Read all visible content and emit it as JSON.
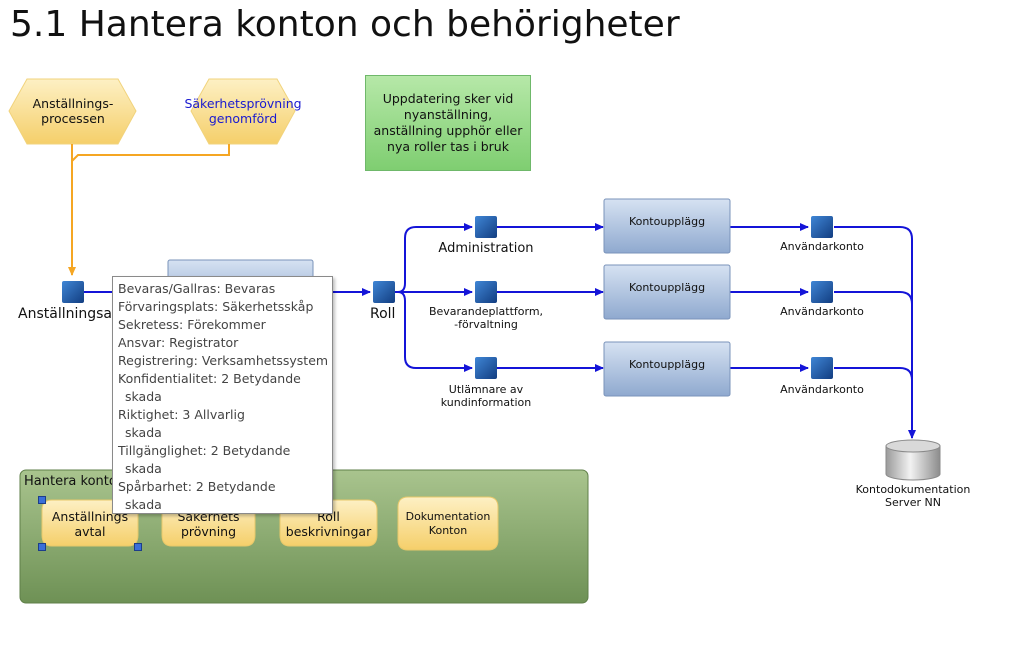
{
  "title": "5.1 Hantera konton och behörigheter",
  "inputs": {
    "hiring_process": "Anställnings-\nprocessen",
    "security_check": "Säkerhetsprövning\ngenomförd"
  },
  "note": "Uppdatering sker vid nyanställning, anställning upphör eller nya roller tas i bruk",
  "events": {
    "start": "Anställningsav",
    "role": "Roll",
    "administration": "Administration",
    "preservation_platform": "Bevarandeplattform,\n-förvaltning",
    "customer_info": "Utlämnare av\nkundinformation"
  },
  "processes": {
    "account_setup_1": "Kontoupplägg",
    "account_setup_2": "Kontoupplägg",
    "account_setup_3": "Kontoupplägg"
  },
  "outputs": {
    "user_account_1": "Användarkonto",
    "user_account_2": "Användarkonto",
    "user_account_3": "Användarkonto"
  },
  "database": "Kontodokumentation\nServer NN",
  "group": {
    "label": "Hantera konto",
    "docs": [
      "Anställnings\navtal",
      "Säkerhets\nprövning",
      "Roll\nbeskrivningar",
      "Dokumentation\nKonton"
    ]
  },
  "tooltip": {
    "lines": [
      "Bevaras/Gallras: Bevaras",
      "Förvaringsplats: Säkerhetsskåp",
      "Sekretess: Förekommer",
      "Ansvar: Registrator",
      "Registrering: Verksamhetssystem",
      "Konfidentialitet: 2 Betydande",
      "skada",
      "Riktighet: 3 Allvarlig",
      "skada",
      "Tillgänglighet: 2 Betydande",
      "skada",
      "Spårbarhet: 2 Betydande",
      "skada"
    ]
  },
  "colors": {
    "flow_arrow": "#1414d8",
    "input_arrow": "#f5a623",
    "hex_fill": "#fbe39a",
    "event_fill": "#1d5aa8",
    "process_fill": "#a9bfdd",
    "note_fill": "#9bde8c",
    "group_fill": "#86a86a",
    "security_text": "#1a1ad0"
  }
}
